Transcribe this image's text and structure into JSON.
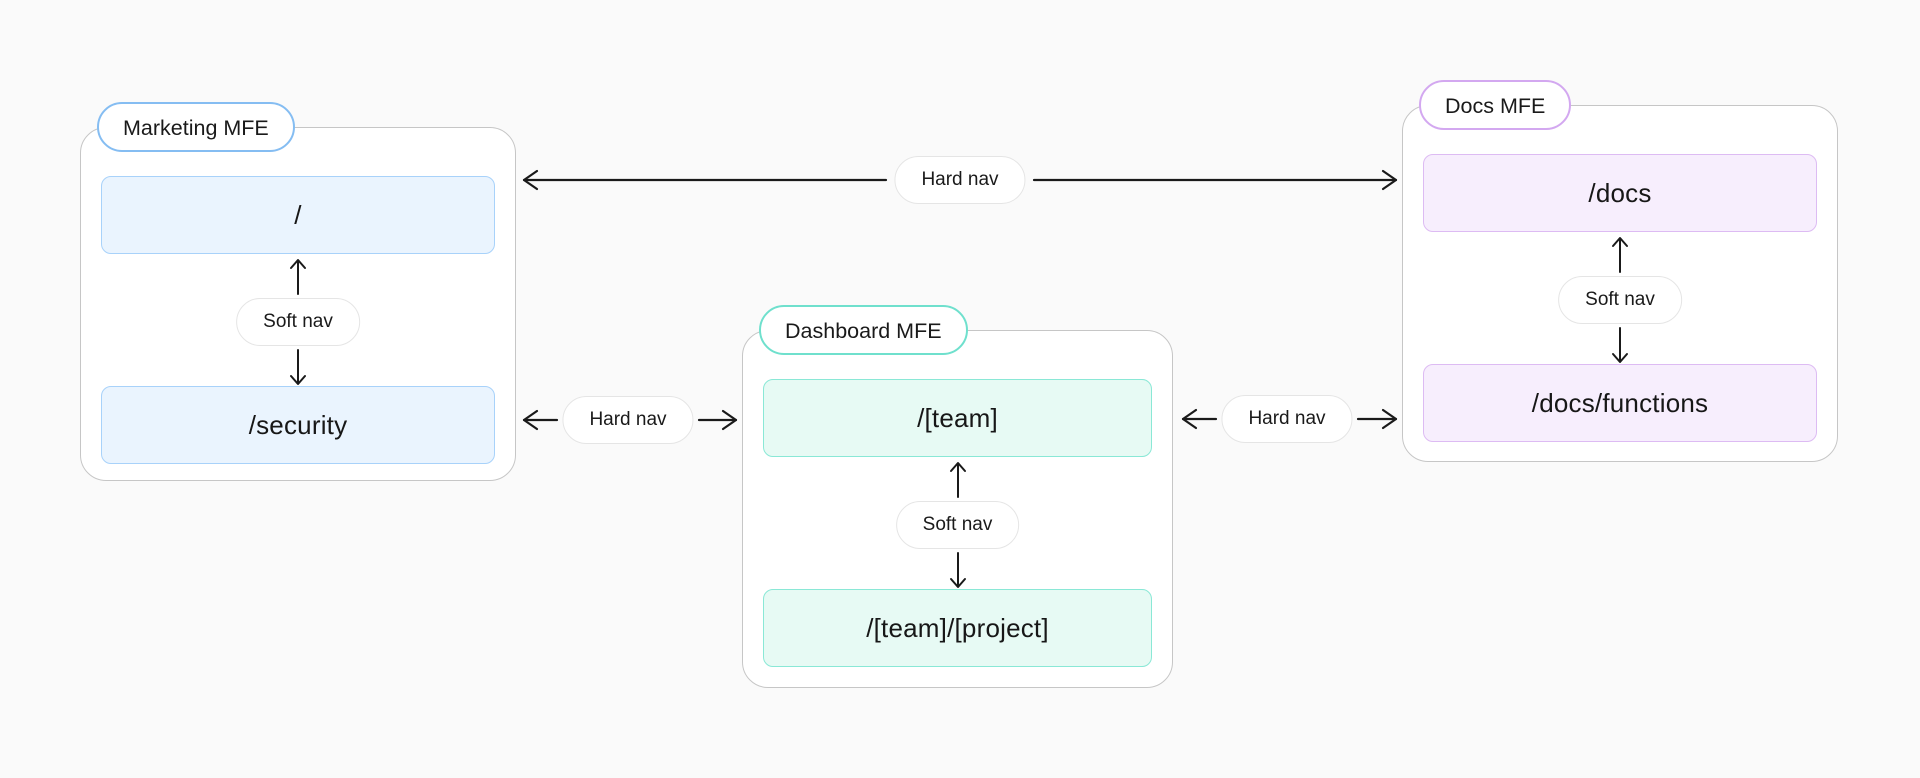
{
  "diagram": {
    "canvas_background": "#fafafa",
    "arrow_color": "#1a1a1a",
    "card_border_color": "#c6c6c6",
    "nav_pill_border_color": "#e5e5e5",
    "nodes": [
      {
        "id": "marketing",
        "title": "Marketing MFE",
        "accent_color": "#85bdf2",
        "route_fill_color": "#eaf4fe",
        "route_border_color": "#a8d2fa",
        "routes": [
          "/",
          "/security"
        ],
        "soft_nav_label": "Soft nav"
      },
      {
        "id": "dashboard",
        "title": "Dashboard MFE",
        "accent_color": "#6fe0cd",
        "route_fill_color": "#e7faf4",
        "route_border_color": "#8ae8d6",
        "routes": [
          "/[team]",
          "/[team]/[project]"
        ],
        "soft_nav_label": "Soft nav"
      },
      {
        "id": "docs",
        "title": "Docs MFE",
        "accent_color": "#d3a8f0",
        "route_fill_color": "#f7eefd",
        "route_border_color": "#ddbbf3",
        "routes": [
          "/docs",
          "/docs/functions"
        ],
        "soft_nav_label": "Soft nav"
      }
    ],
    "connections": [
      {
        "from": "marketing",
        "to": "docs",
        "label": "Hard nav",
        "direction": "bidirectional"
      },
      {
        "from": "marketing",
        "to": "dashboard",
        "label": "Hard nav",
        "direction": "bidirectional"
      },
      {
        "from": "dashboard",
        "to": "docs",
        "label": "Hard nav",
        "direction": "bidirectional"
      }
    ]
  }
}
